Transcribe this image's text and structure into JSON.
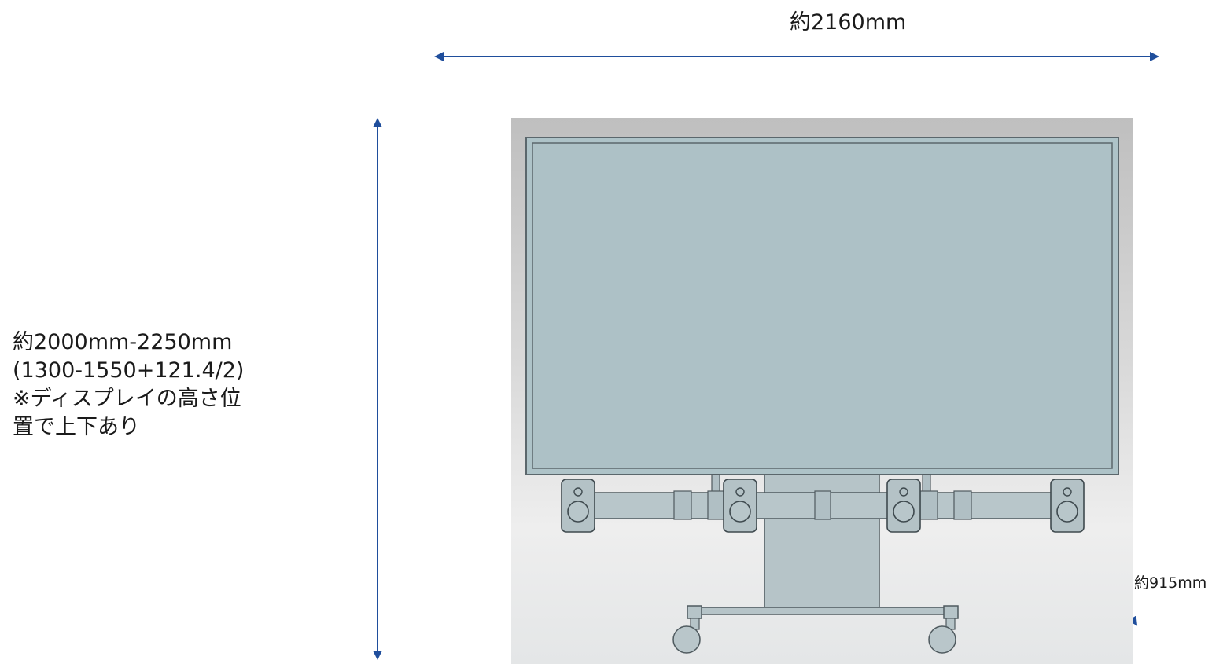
{
  "dimensions": {
    "width": {
      "text": "約2160mm"
    },
    "height": {
      "lines": [
        "約2000mm-2250mm",
        "(1300-1550+121.4/2)",
        "※ディスプレイの高さ位",
        "置で上下あり"
      ]
    },
    "depth": {
      "text": "約915mm"
    }
  },
  "colors": {
    "arrow": "#1f4e9c",
    "screen": "#adc1c6",
    "frame": "#5e6a70",
    "metal": "#b8c3c7",
    "backdrop_top": "#c2c2c2",
    "backdrop_bottom": "#e6e8e9"
  },
  "components": [
    "display",
    "speaker-bar",
    "speakers",
    "stand-column",
    "base",
    "casters"
  ]
}
